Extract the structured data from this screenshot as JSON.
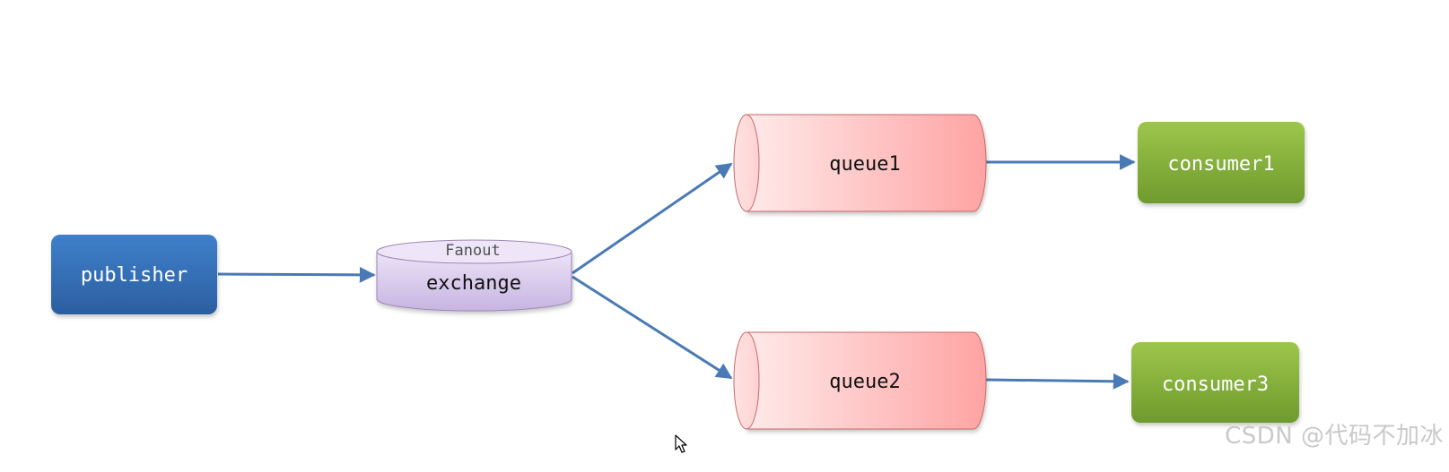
{
  "colors": {
    "arrow": "#4a7ab5",
    "publisher_top": "#3f7fcb",
    "publisher_bottom": "#2b5fa0",
    "exchange_top": "#ece3f7",
    "exchange_bottom": "#c7b4e2",
    "exchange_stroke": "#9b88b5",
    "queue_left": "#ffeaea",
    "queue_right": "#ffa3a3",
    "queue_stroke": "#c96868",
    "consumer_top": "#9cc64a",
    "consumer_bottom": "#6f9a2e",
    "watermark": "#c9c9c9"
  },
  "nodes": {
    "publisher": {
      "label": "publisher",
      "shape": "rounded-rect"
    },
    "exchange": {
      "label": "exchange",
      "type_label": "Fanout",
      "shape": "cylinder-vertical"
    },
    "queue1": {
      "label": "queue1",
      "shape": "cylinder-horizontal"
    },
    "queue2": {
      "label": "queue2",
      "shape": "cylinder-horizontal"
    },
    "consumer1": {
      "label": "consumer1",
      "shape": "rounded-rect"
    },
    "consumer3": {
      "label": "consumer3",
      "shape": "rounded-rect"
    }
  },
  "edges": [
    {
      "from": "publisher",
      "to": "exchange"
    },
    {
      "from": "exchange",
      "to": "queue1"
    },
    {
      "from": "exchange",
      "to": "queue2"
    },
    {
      "from": "queue1",
      "to": "consumer1"
    },
    {
      "from": "queue2",
      "to": "consumer3"
    }
  ],
  "watermark": {
    "text": "CSDN @代码不加冰"
  },
  "cursor_icon": "mouse-pointer-icon"
}
